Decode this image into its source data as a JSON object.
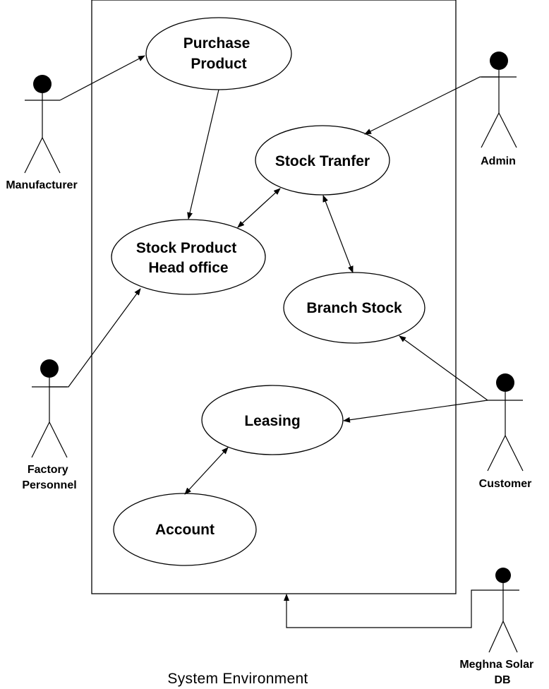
{
  "system_label": "System Environment",
  "use_cases": {
    "purchase_product": [
      "Purchase",
      "Product"
    ],
    "stock_transfer": [
      "Stock Tranfer"
    ],
    "stock_product_head_office": [
      "Stock Product",
      "Head office"
    ],
    "branch_stock": [
      "Branch Stock"
    ],
    "leasing": [
      "Leasing"
    ],
    "account": [
      "Account"
    ]
  },
  "actors": {
    "manufacturer": [
      "Manufacturer"
    ],
    "admin": [
      "Admin"
    ],
    "factory_personnel": [
      "Factory",
      "Personnel"
    ],
    "customer": [
      "Customer"
    ],
    "meghna_solar_db": [
      "Meghna Solar",
      "DB"
    ]
  }
}
